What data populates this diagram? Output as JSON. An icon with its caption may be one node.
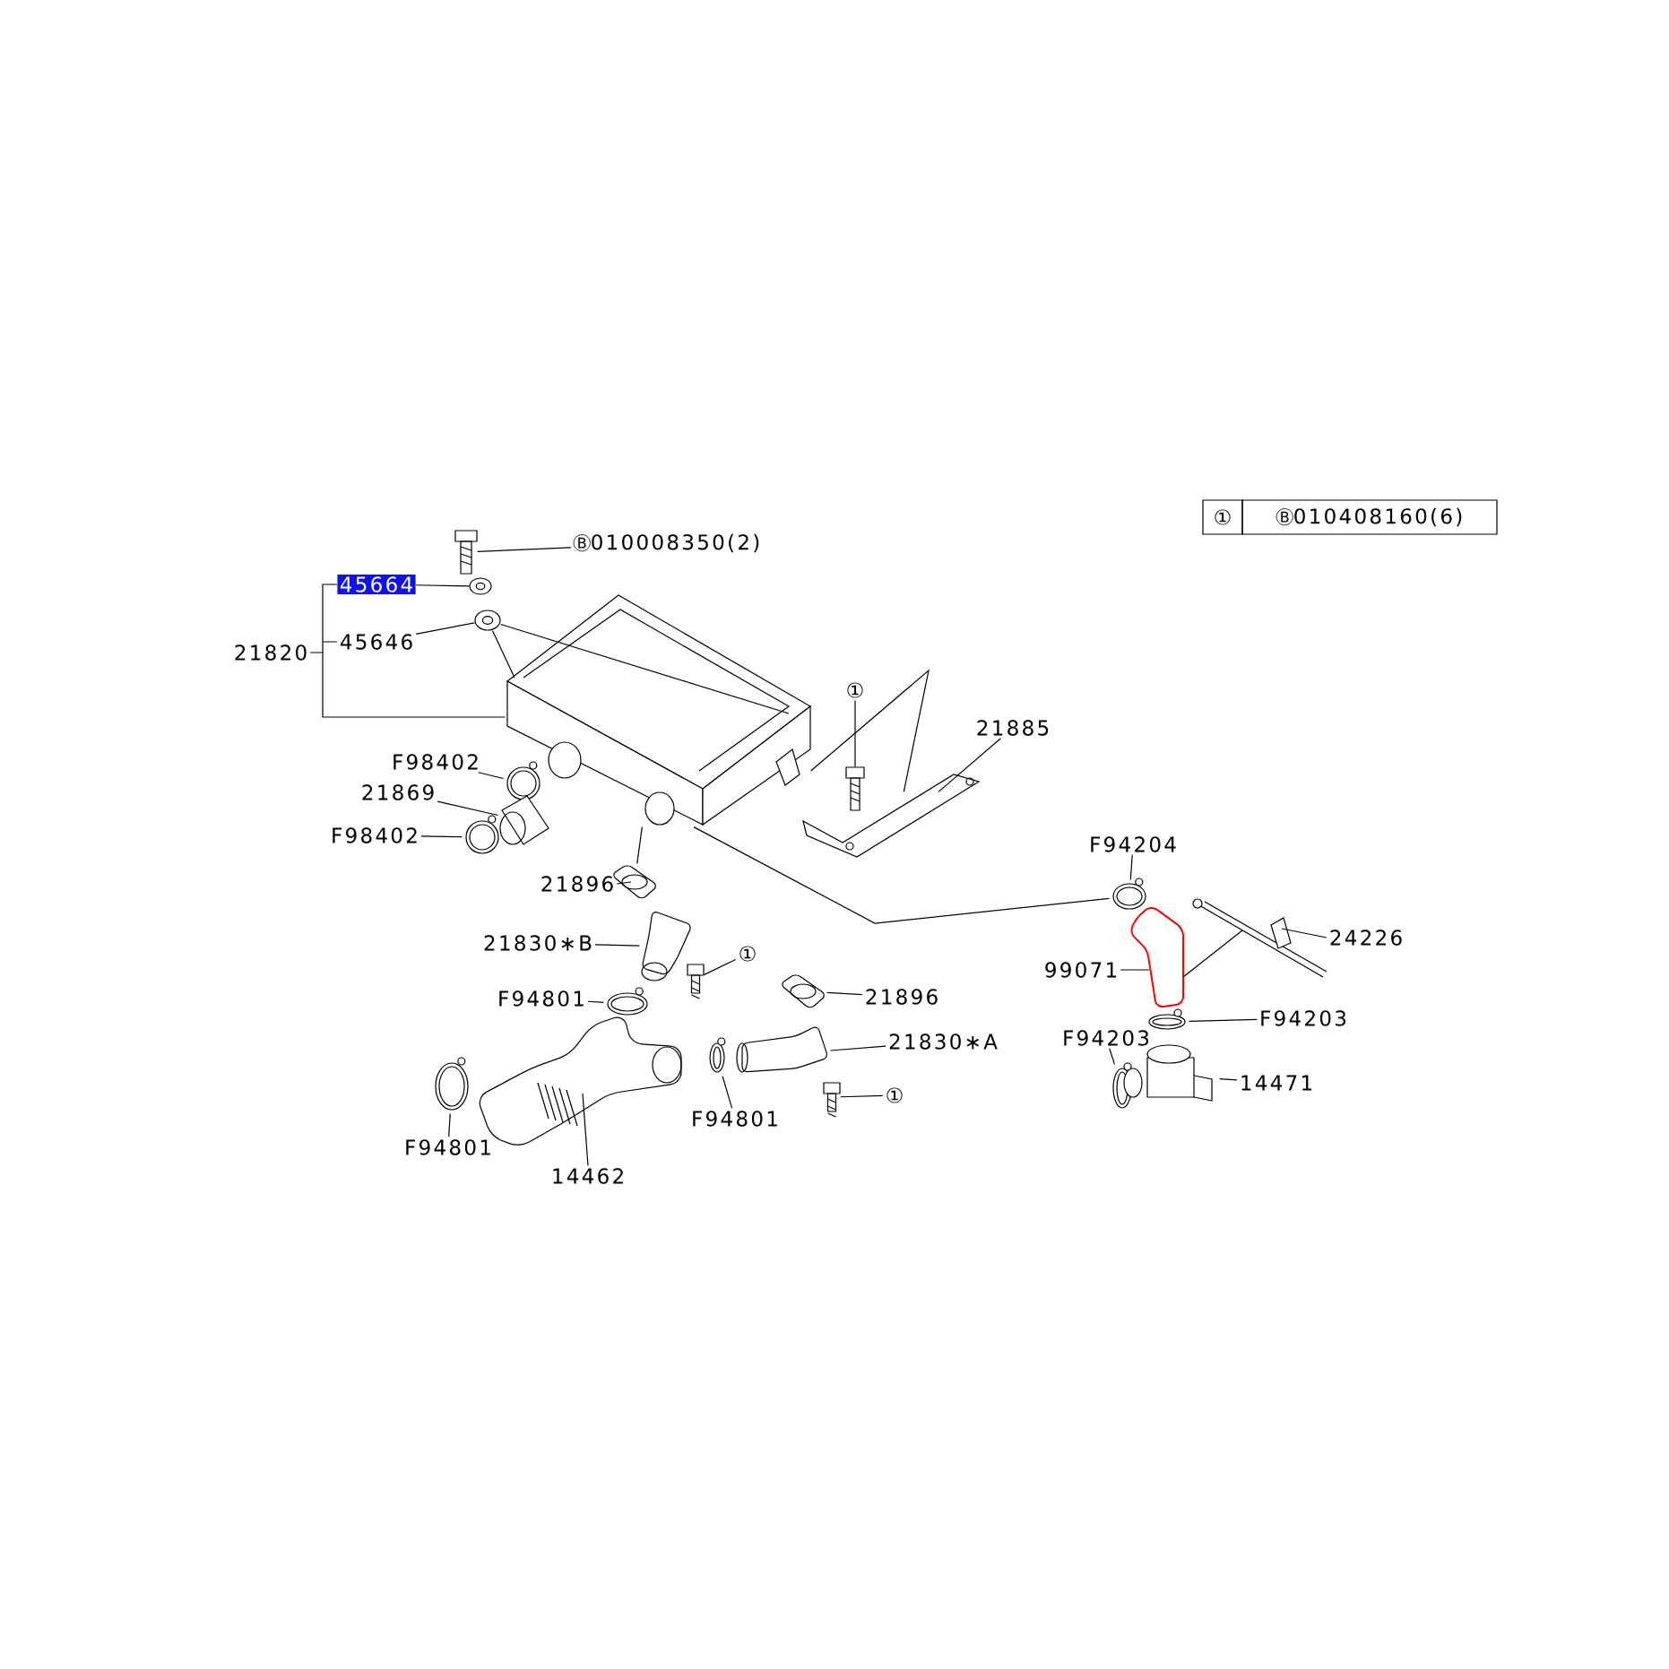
{
  "diagram": {
    "nodes": [
      {
        "text": [
          "B",
          "010008350(2)"
        ]
      },
      {
        "text": [
          "45664"
        ]
      },
      {
        "text": [
          "21820"
        ]
      },
      {
        "text": [
          "45646"
        ]
      },
      {
        "text": [
          "F98402"
        ]
      },
      {
        "text": [
          "21869"
        ]
      },
      {
        "text": [
          "F98402"
        ]
      },
      {
        "text": [
          "21896"
        ]
      },
      {
        "text": [
          "21830∗B"
        ]
      },
      {
        "text": [
          "①"
        ]
      },
      {
        "text": [
          "F94801"
        ]
      },
      {
        "text": [
          "F94801"
        ]
      },
      {
        "text": [
          "14462"
        ]
      },
      {
        "text": [
          "F94801"
        ]
      },
      {
        "text": [
          "21896"
        ]
      },
      {
        "text": [
          "21830∗A"
        ]
      },
      {
        "text": [
          "①"
        ]
      },
      {
        "text": [
          "①"
        ]
      },
      {
        "text": [
          "21885"
        ]
      },
      {
        "text": [
          "F94204"
        ]
      },
      {
        "text": [
          "24226"
        ]
      },
      {
        "text": [
          "99071"
        ]
      },
      {
        "text": [
          "F94203"
        ]
      },
      {
        "text": [
          "F94203"
        ]
      },
      {
        "text": [
          "14471"
        ]
      },
      {
        "text": [],
        "shape": "picture"
      },
      {
        "text": [],
        "shape": "picture"
      },
      {
        "text": [],
        "shape": "picture"
      },
      {
        "text": [],
        "shape": "picture"
      },
      {
        "text": [],
        "shape": "picture"
      },
      {
        "text": [],
        "shape": "picture"
      },
      {
        "text": [],
        "shape": "picture"
      },
      {
        "text": [],
        "shape": "picture"
      },
      {
        "text": [],
        "shape": "picture"
      },
      {
        "text": [],
        "shape": "picture"
      },
      {
        "text": [],
        "shape": "picture"
      },
      {
        "text": [],
        "shape": "picture"
      },
      {
        "text": [],
        "shape": "picture"
      },
      {
        "text": [],
        "shape": "picture"
      },
      {
        "text": [],
        "shape": "picture"
      },
      {
        "text": [],
        "shape": "picture"
      },
      {
        "text": [],
        "shape": "picture"
      },
      {
        "text": [],
        "shape": "picture"
      },
      {
        "text": [],
        "shape": "picture"
      },
      {
        "text": [],
        "shape": "picture"
      },
      {
        "text": [],
        "shape": "picture"
      },
      {
        "text": [],
        "shape": "picture"
      },
      {
        "text": [],
        "shape": "picture"
      },
      {
        "text": [],
        "shape": "picture"
      },
      {
        "text": [],
        "shape": "picture"
      }
    ],
    "edges": [
      {
        "from": 0,
        "to": 25,
        "arrow": "none"
      },
      {
        "from": 1,
        "to": 26,
        "arrow": "none"
      },
      {
        "from": 3,
        "to": 27,
        "arrow": "none"
      },
      {
        "from": 2,
        "to": 28,
        "arrow": "none"
      },
      {
        "from": 27,
        "to": 28,
        "arrow": "none"
      },
      {
        "from": 4,
        "to": 29,
        "arrow": "none"
      },
      {
        "from": 5,
        "to": 30,
        "arrow": "none"
      },
      {
        "from": 6,
        "to": 31,
        "arrow": "none"
      },
      {
        "from": 7,
        "to": 32,
        "arrow": "none"
      },
      {
        "from": 8,
        "to": 33,
        "arrow": "none"
      },
      {
        "from": 9,
        "to": 34,
        "arrow": "none"
      },
      {
        "from": 10,
        "to": 35,
        "arrow": "none"
      },
      {
        "from": 11,
        "to": 36,
        "arrow": "none"
      },
      {
        "from": 12,
        "to": 37,
        "arrow": "none"
      },
      {
        "from": 13,
        "to": 38,
        "arrow": "none"
      },
      {
        "from": 14,
        "to": 39,
        "arrow": "none"
      },
      {
        "from": 15,
        "to": 40,
        "arrow": "none"
      },
      {
        "from": 16,
        "to": 41,
        "arrow": "none"
      },
      {
        "from": 17,
        "to": 42,
        "arrow": "none"
      },
      {
        "from": 18,
        "to": 43,
        "arrow": "none"
      },
      {
        "from": 19,
        "to": 44,
        "arrow": "none"
      },
      {
        "from": 20,
        "to": 46,
        "arrow": "none"
      },
      {
        "from": 21,
        "to": 45,
        "arrow": "none"
      },
      {
        "from": 22,
        "to": 47,
        "arrow": "none"
      },
      {
        "from": 23,
        "to": 48,
        "arrow": "none"
      },
      {
        "from": 24,
        "to": 49,
        "arrow": "none"
      },
      {
        "from": 28,
        "to": 43,
        "arrow": "none"
      },
      {
        "from": 28,
        "to": 44,
        "arrow": "none"
      },
      {
        "from": 32,
        "to": 28,
        "arrow": "none"
      },
      {
        "from": 45,
        "to": 46,
        "arrow": "none"
      },
      {
        "from": 27,
        "to": 28,
        "arrow": "none"
      }
    ],
    "labels": [
      "①",
      "B",
      "010408160(6)"
    ]
  }
}
